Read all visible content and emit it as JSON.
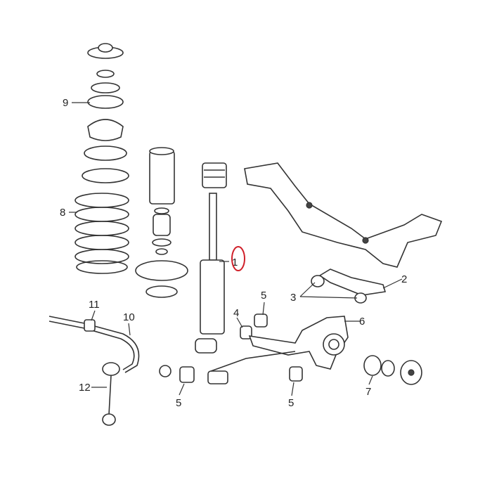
{
  "diagram": {
    "title": "Rear suspension exploded parts diagram",
    "highlight_color": "#d0202a",
    "highlighted_callout": "1",
    "callouts": {
      "c1": "1",
      "c2": "2",
      "c3": "3",
      "c4": "4",
      "c5a": "5",
      "c5b": "5",
      "c5c": "5",
      "c6": "6",
      "c7": "7",
      "c8": "8",
      "c9": "9",
      "c10": "10",
      "c11": "11",
      "c12": "12"
    }
  }
}
